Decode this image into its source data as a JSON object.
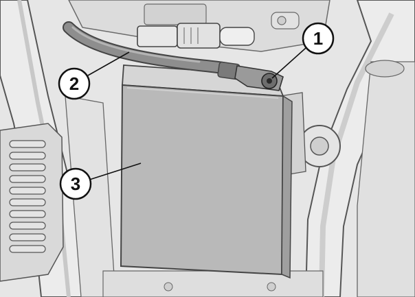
{
  "colors": {
    "background": "#e8e8e8",
    "frame_fill": "#ececec",
    "frame_shade": "#cfcfcf",
    "outline": "#4a4a4a",
    "box_fill": "#b9b9b9",
    "box_top": "#d6d6d6",
    "cable_fill": "#8e8e8e",
    "callout_circle": "#ffffff",
    "callout_stroke": "#111111"
  },
  "callouts": [
    {
      "number": "1",
      "target": "screw-terminal"
    },
    {
      "number": "2",
      "target": "cable"
    },
    {
      "number": "3",
      "target": "control-unit"
    }
  ]
}
